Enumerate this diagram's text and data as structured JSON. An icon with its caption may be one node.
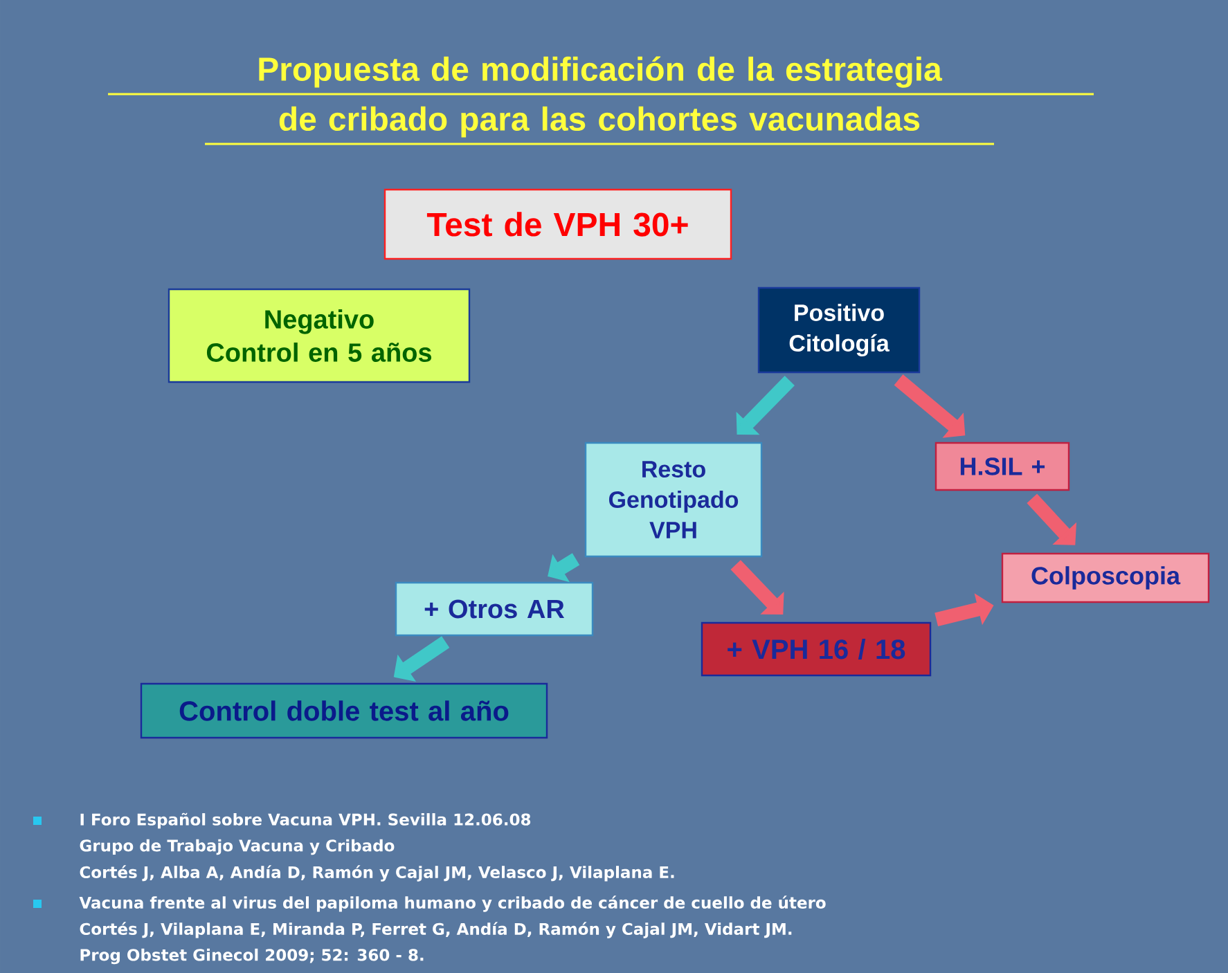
{
  "diagram": {
    "title": "Propuesta de modificación de la estrategia de cribado para las cohortes vacunadas",
    "nodes": [
      {
        "text": [
          "Test de VPH 30+"
        ]
      },
      {
        "text": [
          "Negativo",
          "Control en 5 años"
        ]
      },
      {
        "text": [
          "Positivo",
          "Citología"
        ]
      },
      {
        "text": [
          "Resto Genotipado VPH"
        ]
      },
      {
        "text": [
          "H.SIL +"
        ]
      },
      {
        "text": [
          "Colposcopia"
        ]
      },
      {
        "text": [
          "+ Otros AR"
        ]
      },
      {
        "text": [
          "+ VPH 16 / 18"
        ]
      },
      {
        "text": [
          "Control doble test al año"
        ]
      }
    ],
    "edges": [
      {
        "from": 2,
        "to": 3,
        "arrow": "to",
        "color": "#40c8c8"
      },
      {
        "from": 2,
        "to": 4,
        "arrow": "to"
      },
      {
        "from": 4,
        "to": 5,
        "arrow": "to"
      },
      {
        "from": 3,
        "to": 7,
        "arrow": "to"
      },
      {
        "from": 7,
        "to": 5,
        "arrow": "to"
      },
      {
        "from": 3,
        "to": 6,
        "arrow": "to",
        "color": "#40c8c8"
      },
      {
        "from": 6,
        "to": 8,
        "arrow": "to",
        "color": "#40c8c8"
      }
    ],
    "labels": [
      "I Foro Español sobre Vacuna VPH. Sevilla 12.06.08",
      "Grupo de Trabajo Vacuna y Cribado",
      "Cortés J, Alba A, Andía D, Ramón y Cajal JM, Velasco J, Vilaplana E.",
      "Vacuna frente al virus del papiloma humano y cribado de cáncer de cuello de útero",
      "Cortés J, Vilaplana E, Miranda P, Ferret G, Andía D, Ramón y Cajal JM, Vidart JM.",
      "Prog Obstet Ginecol 2009; 52: 360 - 8."
    ]
  }
}
